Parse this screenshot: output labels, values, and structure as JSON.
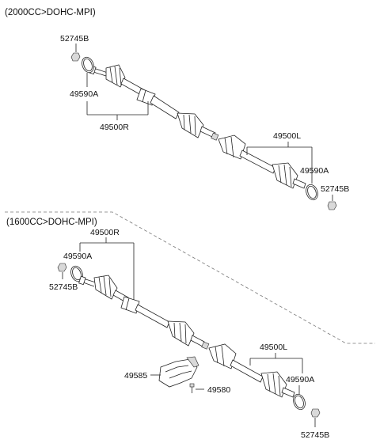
{
  "sections": {
    "upper": {
      "header": "(2000CC>DOHC-MPI)",
      "labels": {
        "nut_left": "52745B",
        "clip_left": "49590A",
        "shaft_right": "49500R",
        "shaft_left": "49500L",
        "clip_right": "49590A",
        "nut_right": "52745B"
      }
    },
    "lower": {
      "header": "(1600CC>DOHC-MPI)",
      "labels": {
        "shaft_right": "49500R",
        "clip_left": "49590A",
        "nut_left": "52745B",
        "bracket": "49585",
        "bolt": "49580",
        "shaft_left": "49500L",
        "clip_right": "49590A",
        "nut_right": "52745B"
      }
    }
  }
}
